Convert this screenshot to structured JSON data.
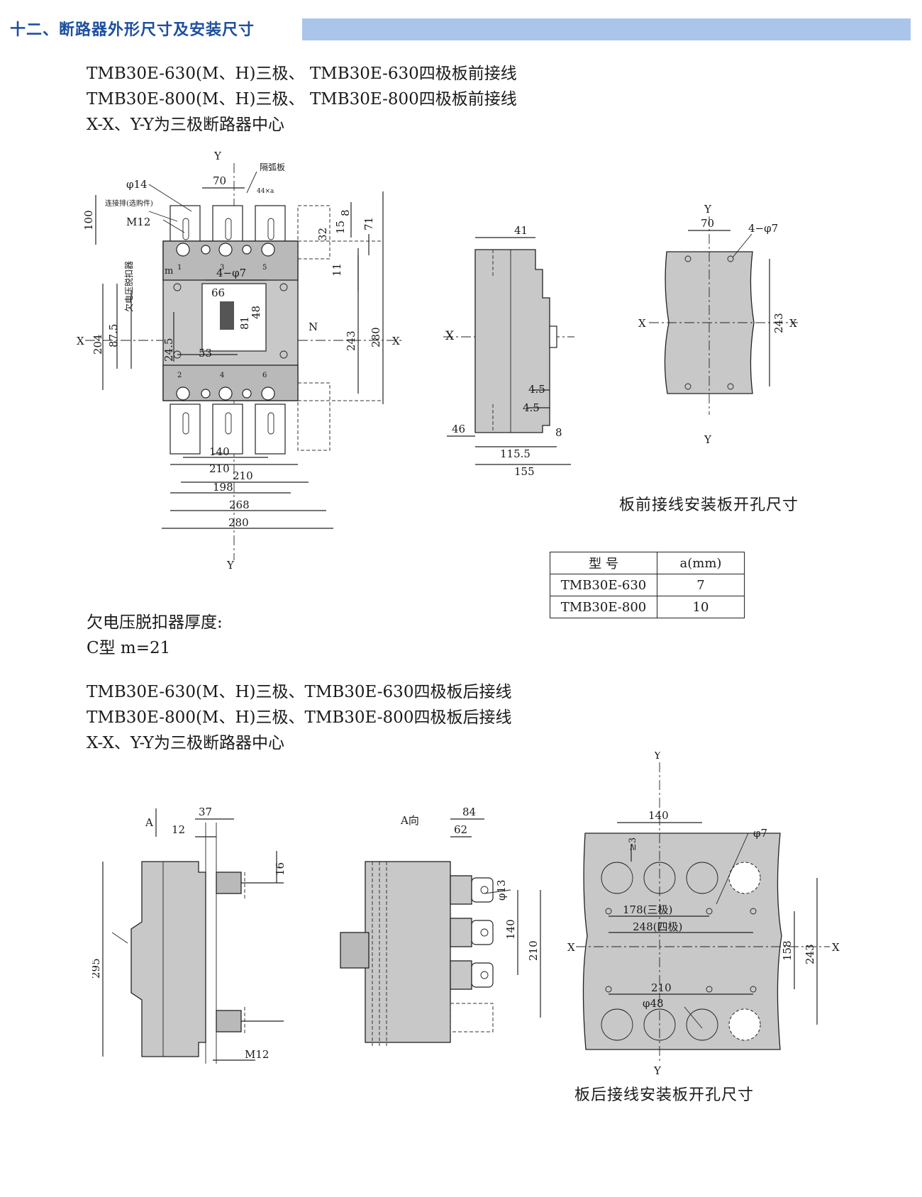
{
  "header": {
    "title": "十二、断路器外形尺寸及安装尺寸"
  },
  "front_section": {
    "lines": [
      "TMB30E-630(M、H)三极、 TMB30E-630四极板前接线",
      "TMB30E-800(M、H)三极、 TMB30E-800四极板前接线",
      "X-X、Y-Y为三极断路器中心"
    ],
    "caption": "板前接线安装板开孔尺寸"
  },
  "table": {
    "headers": [
      "型 号",
      "a(mm)"
    ],
    "rows": [
      [
        "TMB30E-630",
        "7"
      ],
      [
        "TMB30E-800",
        "10"
      ]
    ]
  },
  "note": {
    "line1": "欠电压脱扣器厚度:",
    "line2": "C型 m=21"
  },
  "rear_section": {
    "lines": [
      "TMB30E-630(M、H)三极、TMB30E-630四极板后接线",
      "TMB30E-800(M、H)三极、TMB30E-800四极板后接线",
      "X-X、Y-Y为三极断路器中心"
    ],
    "caption": "板后接线安装板开孔尺寸"
  },
  "dimensions": {
    "d1": {
      "y": "Y",
      "x": "X",
      "n": "N",
      "m": "m",
      "phi14": "φ14",
      "bar": "连接排(选购件)",
      "m12": "M12",
      "arc": "隔弧板",
      "a44": "44×a",
      "hole4": "4−φ7",
      "uvr": "欠电压脱扣器",
      "v70": "70",
      "v100": "100",
      "v8": "8",
      "v15": "15",
      "v71": "71",
      "v32": "32",
      "v11": "11",
      "v66": "66",
      "v81": "81",
      "v48": "48",
      "v87": "87.5",
      "v204": "204",
      "v245": "24.5",
      "v53": "53",
      "v243": "243",
      "v280h": "280",
      "v140": "140",
      "v210a": "210",
      "v210b": "210",
      "v198": "198",
      "v268": "268",
      "v280": "280",
      "p1": "1",
      "p3": "3",
      "p5": "5",
      "p2": "2",
      "p4": "4",
      "p6": "6"
    },
    "d2": {
      "v41": "41",
      "x": "X",
      "v45a": "4.5",
      "v45b": "4.5",
      "v46": "46",
      "v8": "8",
      "v115": "115.5",
      "v155": "155"
    },
    "d3": {
      "ytop": "Y",
      "ybot": "Y",
      "x": "X",
      "x2": "X",
      "v70": "70",
      "hole": "4−φ7",
      "v243": "243"
    },
    "d4": {
      "a": "A",
      "v12": "12",
      "v37": "37",
      "v16": "16",
      "v295": "295",
      "m12": "M12"
    },
    "d5": {
      "title": "A向",
      "v84": "84",
      "v62": "62",
      "phi13": "φ13",
      "v140": "140",
      "v210": "210"
    },
    "d6": {
      "ytop": "Y",
      "ybot": "Y",
      "x": "X",
      "x2": "X",
      "v140": "140",
      "v3": "≥3",
      "phi7": "φ7",
      "v178": "178(三极)",
      "v248": "248(四极)",
      "v210": "210",
      "phi48": "φ48",
      "v158": "158",
      "v243": "243"
    }
  },
  "colors": {
    "title": "#1d4fa0",
    "bar": "#a9c6ea",
    "body": "#c8c8c8"
  }
}
